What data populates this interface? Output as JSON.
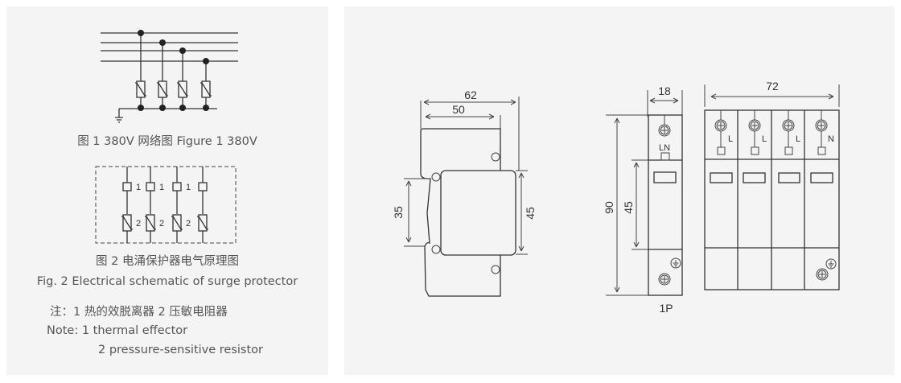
{
  "figure1": {
    "caption": "图 1 380V 网络图 Figure 1 380V"
  },
  "figure2": {
    "labels": {
      "thermal": "1",
      "varistor": "2"
    },
    "caption_cn": "图 2 电涌保护器电气原理图",
    "caption_en": "Fig. 2 Electrical schematic of surge protector"
  },
  "notes": {
    "cn": "注：1 热的效脱离器  2 压敏电阻器",
    "en_line1": "Note: 1 thermal effector",
    "en_line2": "2 pressure-sensitive resistor"
  },
  "side_view": {
    "dim_total_depth": "62",
    "dim_depth": "50",
    "dim_rail": "35",
    "dim_front": "45"
  },
  "view_1p": {
    "dim_width": "18",
    "dim_height": "90",
    "dim_front": "45",
    "terminal_label": "LN",
    "caption": "1P"
  },
  "view_4p": {
    "dim_width": "72",
    "pole_labels": [
      "L",
      "L",
      "L",
      "N"
    ]
  }
}
